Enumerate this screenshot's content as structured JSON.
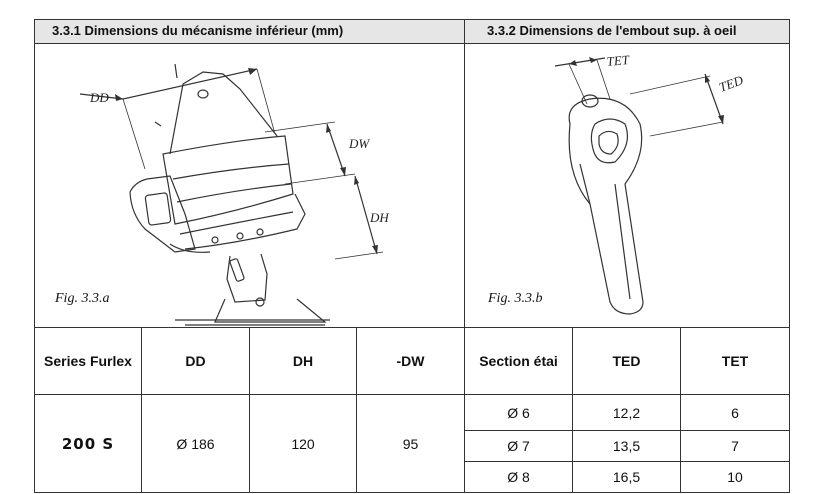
{
  "headers": {
    "left": "3.3.1 Dimensions du mécanisme inférieur (mm)",
    "right": "3.3.2 Dimensions de l'embout sup. à oeil"
  },
  "figures": {
    "left_caption": "Fig. 3.3.a",
    "right_caption": "Fig. 3.3.b",
    "left_labels": {
      "dd": "DD",
      "dw": "DW",
      "dh": "DH"
    },
    "right_labels": {
      "tet": "TET",
      "ted": "TED"
    }
  },
  "table": {
    "columns": [
      "Series Furlex",
      "DD",
      "DH",
      "-DW",
      "Section étai",
      "TED",
      "TET"
    ],
    "series": "200 S",
    "dd": "Ø 186",
    "dh": "120",
    "dw": "95",
    "rows": [
      {
        "section": "Ø 6",
        "ted": "12,2",
        "tet": "6"
      },
      {
        "section": "Ø 7",
        "ted": "13,5",
        "tet": "7"
      },
      {
        "section": "Ø 8",
        "ted": "16,5",
        "tet": "10"
      }
    ]
  }
}
